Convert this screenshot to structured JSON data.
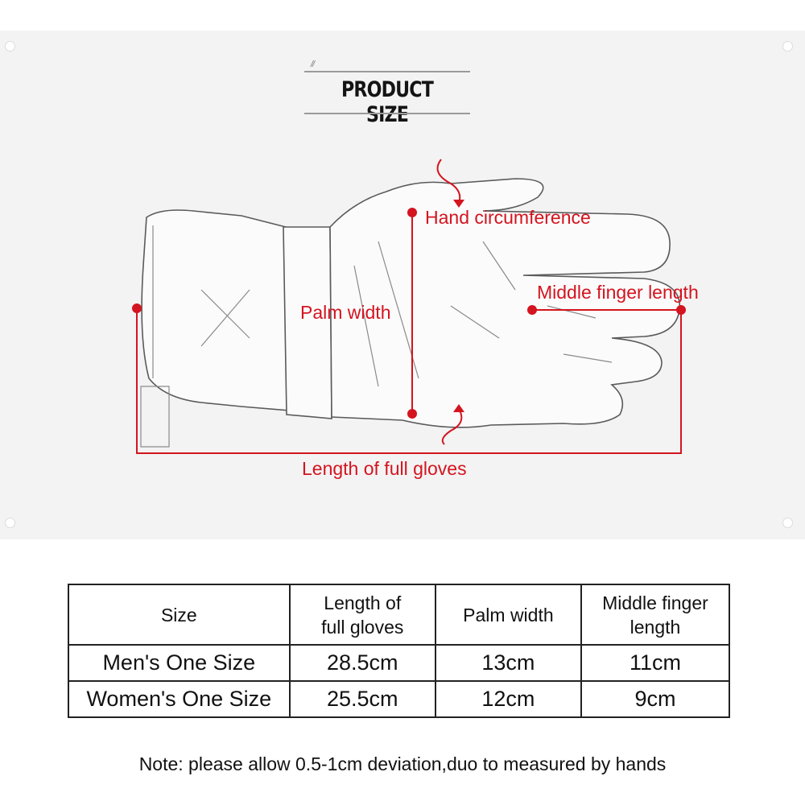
{
  "header": {
    "title": "PRODUCT SIZE",
    "decoration": "//"
  },
  "diagram": {
    "subject": "glove-line-drawing",
    "accent_color": "#d4141f",
    "labels": {
      "hand_circumference": "Hand circumference",
      "middle_finger_length": "Middle finger length",
      "palm_width": "Palm width",
      "length_full_gloves": "Length of full gloves"
    }
  },
  "table": {
    "headers": [
      "Size",
      "Length of full gloves",
      "Palm width",
      "Middle finger length"
    ],
    "header_lines": {
      "size": [
        "Size"
      ],
      "length": [
        "Length of",
        "full gloves"
      ],
      "palm": [
        "Palm width"
      ],
      "finger": [
        "Middle finger",
        "length"
      ]
    },
    "rows": [
      {
        "size": "Men's One Size",
        "length": "28.5cm",
        "palm": "13cm",
        "finger": "11cm"
      },
      {
        "size": "Women's One Size",
        "length": "25.5cm",
        "palm": "12cm",
        "finger": "9cm"
      }
    ]
  },
  "note": "Note: please allow 0.5-1cm deviation,duo to measured by hands"
}
